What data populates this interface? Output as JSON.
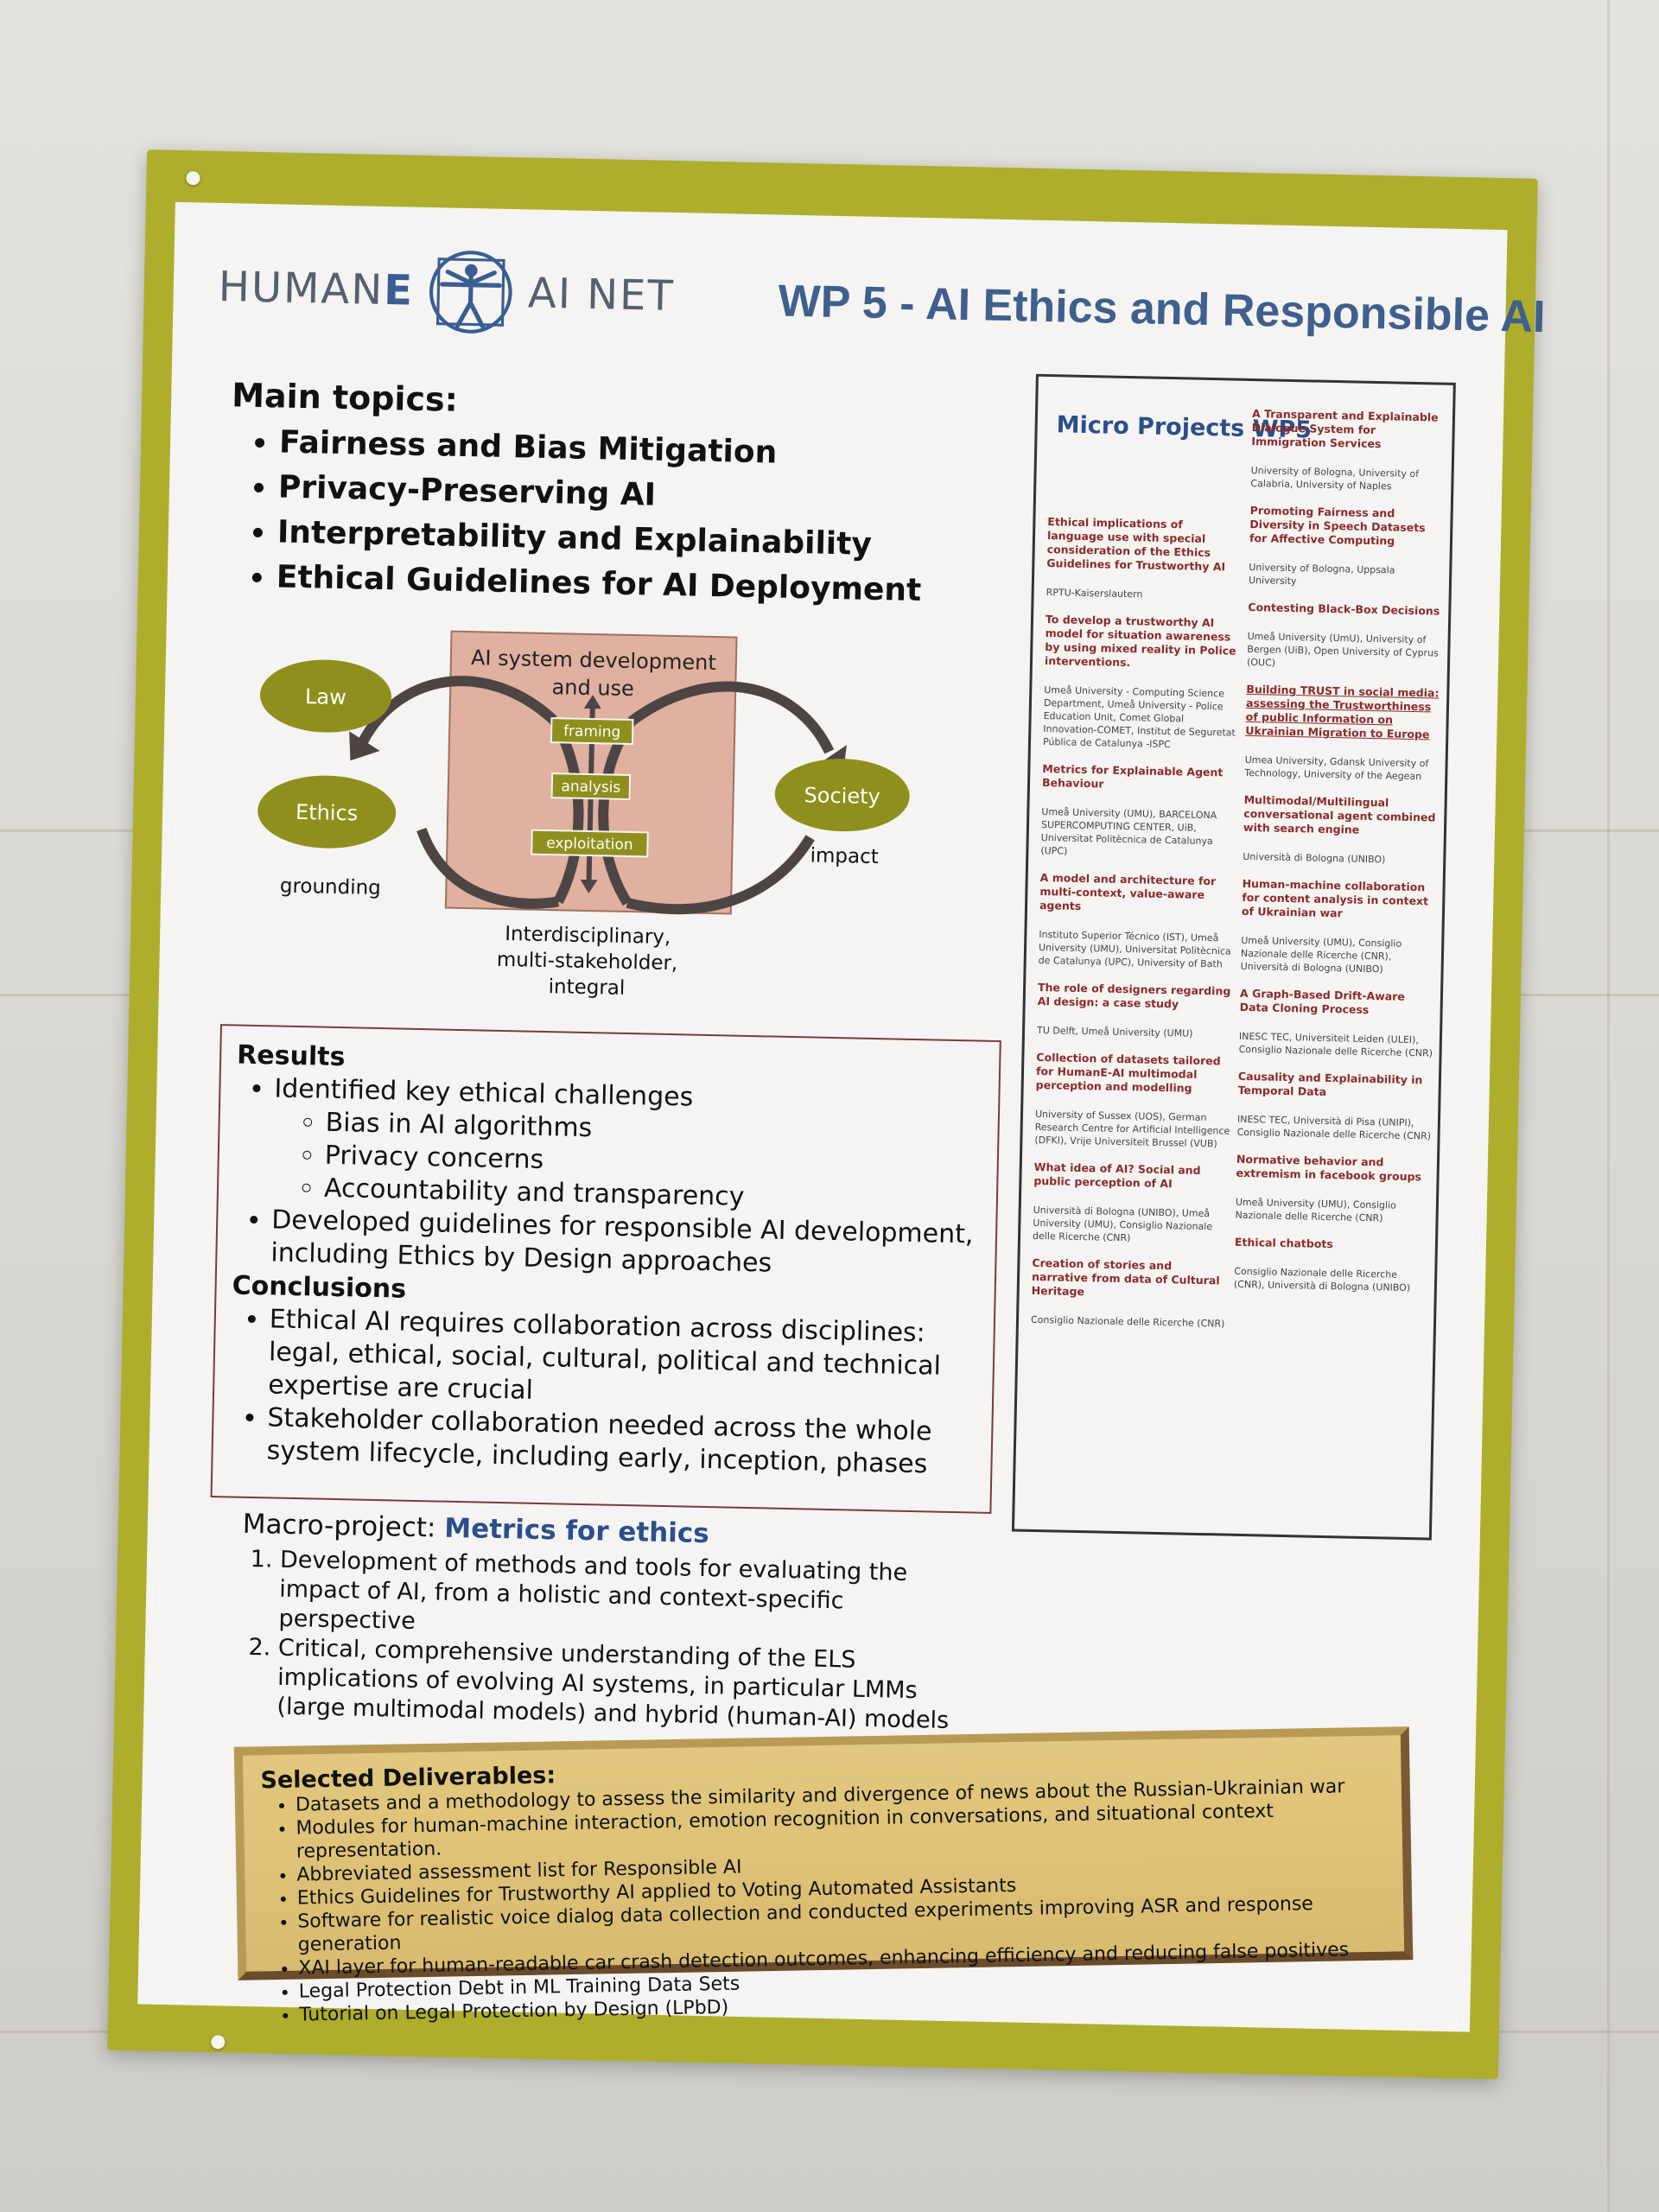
{
  "header": {
    "logo_left": "HUMAN",
    "logo_e": "E",
    "logo_right": "AI NET",
    "title": "WP 5 - AI Ethics and Responsible AI"
  },
  "topics": {
    "heading": "Main topics:",
    "items": [
      "Fairness and Bias Mitigation",
      "Privacy-Preserving AI",
      "Interpretability and Explainability",
      "Ethical Guidelines for AI Deployment"
    ]
  },
  "diagram": {
    "box_title_1": "AI system development",
    "box_title_2": "and use",
    "stage_framing": "framing",
    "stage_analysis": "analysis",
    "stage_exploitation": "exploitation",
    "node_law": "Law",
    "node_ethics": "Ethics",
    "node_society": "Society",
    "label_grounding": "grounding",
    "label_impact": "impact",
    "caption_1": "Interdisciplinary,",
    "caption_2": "multi-stakeholder,",
    "caption_3": "integral",
    "colors": {
      "node": "#8f8f1e",
      "box": "#e0b0a0",
      "arrow": "#4d4444"
    }
  },
  "results": {
    "heading": "Results",
    "item1": "Identified key ethical challenges",
    "sub": [
      "Bias in AI algorithms",
      "Privacy concerns",
      "Accountability and transparency"
    ],
    "item2": "Developed guidelines for responsible AI development, including Ethics by Design approaches",
    "conclusions_heading": "Conclusions",
    "conclusions": [
      "Ethical AI requires collaboration across disciplines: legal, ethical, social, cultural, political and technical expertise are crucial",
      "Stakeholder collaboration needed across the whole system lifecycle, including early, inception, phases"
    ]
  },
  "macro": {
    "label": "Macro-project: ",
    "name": "Metrics for ethics",
    "items": [
      "Development of methods and tools for evaluating the impact of AI, from a holistic and context-specific perspective",
      "Critical, comprehensive understanding of the ELS implications of evolving AI systems, in particular LMMs (large multimodal models) and hybrid (human-AI) models"
    ]
  },
  "micro": {
    "title": "Micro Projects WP5",
    "left": [
      {
        "t": "Ethical implications of language use with special consideration of the Ethics Guidelines for Trustworthy AI",
        "i": "RPTU-Kaiserslautern"
      },
      {
        "t": "To develop a trustworthy AI model for situation awareness by using mixed reality in Police interventions.",
        "i": "Umeå University - Computing Science Department, Umeå University - Police Education Unit, Comet Global Innovation-COMET, Institut de Seguretat Pública de Catalunya -ISPC"
      },
      {
        "t": "Metrics for Explainable Agent Behaviour",
        "i": "Umeå University (UMU), BARCELONA SUPERCOMPUTING CENTER, UiB, Universitat Politècnica de Catalunya (UPC)"
      },
      {
        "t": "A model and architecture for multi-context, value-aware agents",
        "i": "Instituto Superior Técnico (IST), Umeå University (UMU), Universitat Politècnica de Catalunya (UPC), University of Bath"
      },
      {
        "t": "The role of designers regarding AI design: a case study",
        "i": "TU Delft, Umeå University (UMU)"
      },
      {
        "t": "Collection of datasets tailored for HumanE-AI multimodal perception and modelling",
        "i": "University of Sussex (UOS), German Research Centre for Artificial Intelligence (DFKI), Vrije Universiteit Brussel (VUB)"
      },
      {
        "t": "What idea of AI? Social and public perception of AI",
        "i": "Università di Bologna (UNIBO), Umeå University (UMU), Consiglio Nazionale delle Ricerche (CNR)"
      },
      {
        "t": "Creation of stories and narrative from data of Cultural Heritage",
        "i": "Consiglio Nazionale delle Ricerche (CNR)"
      }
    ],
    "right": [
      {
        "t": "A Transparent and Explainable Dialogue System for Immigration Services",
        "i": "University of Bologna, University of Calabria, University of Naples"
      },
      {
        "t": "Promoting Fairness and Diversity in Speech Datasets for Affective Computing",
        "i": "University of Bologna, Uppsala University"
      },
      {
        "t": "Contesting Black-Box Decisions",
        "i": "Umeå University (UmU), University of Bergen (UiB), Open University of Cyprus (OUC)"
      },
      {
        "t": "Building TRUST in social media: assessing the Trustworthiness of public Information on Ukrainian Migration to Europe",
        "i": "Umea University, Gdansk University of Technology, University of the Aegean"
      },
      {
        "t": "Multimodal/Multilingual conversational agent combined with search engine",
        "i": "Università di Bologna (UNIBO)"
      },
      {
        "t": "Human-machine collaboration for content analysis in context of Ukrainian war",
        "i": "Umeå University (UMU), Consiglio Nazionale delle Ricerche (CNR), Università di Bologna (UNIBO)"
      },
      {
        "t": "A Graph-Based Drift-Aware Data Cloning Process",
        "i": "INESC TEC, Universiteit Leiden (ULEI), Consiglio Nazionale delle Ricerche (CNR)"
      },
      {
        "t": "Causality and Explainability in Temporal Data",
        "i": "INESC TEC, Università di Pisa (UNIPI), Consiglio Nazionale delle Ricerche (CNR)"
      },
      {
        "t": "Normative behavior and extremism in facebook groups",
        "i": "Umeå University (UMU), Consiglio Nazionale delle Ricerche (CNR)"
      },
      {
        "t": "Ethical chatbots",
        "i": "Consiglio Nazionale delle Ricerche (CNR), Università di Bologna (UNIBO)"
      }
    ]
  },
  "deliverables": {
    "heading": "Selected Deliverables:",
    "items": [
      "Datasets and a methodology to assess the similarity and divergence of news about the Russian-Ukrainian war",
      "Modules for human-machine interaction, emotion recognition in conversations, and situational context representation.",
      "Abbreviated assessment list for Responsible AI",
      "Ethics Guidelines for Trustworthy AI applied to Voting Automated Assistants",
      "Software for realistic voice dialog data collection and conducted experiments improving ASR and response generation",
      "XAI layer for human-readable car crash detection outcomes, enhancing efficiency and reducing false positives",
      "Legal Protection Debt in ML Training Data Sets",
      "Tutorial on Legal Protection by Design (LPbD)"
    ]
  }
}
